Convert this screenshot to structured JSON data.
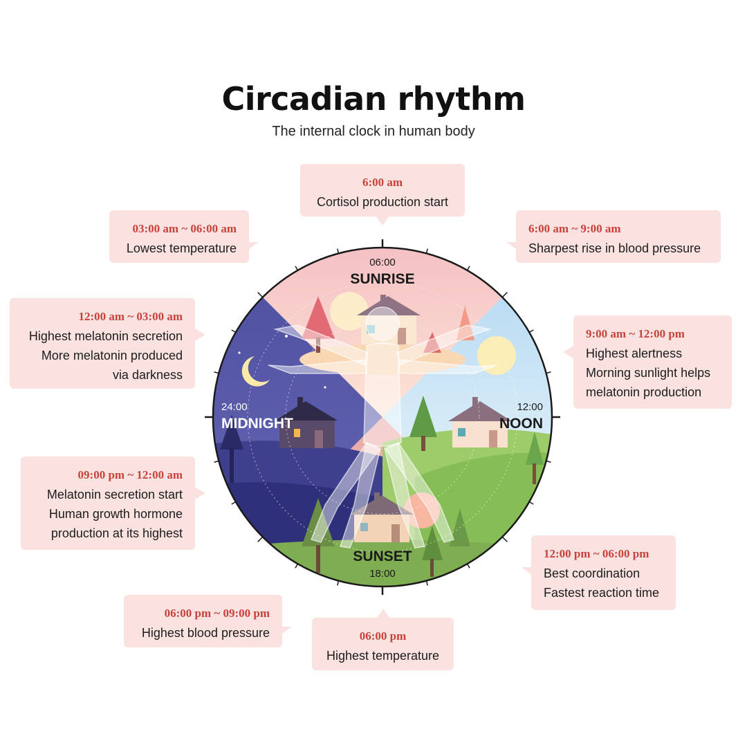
{
  "title": "Circadian rhythm",
  "subtitle": "The internal clock in human body",
  "colors": {
    "accent_red": "#c8423b",
    "callout_bg": "#f9e2e0",
    "sunrise_sky": "#f6c9cc",
    "noon_sky": "#b9daf3",
    "noon_grass": "#8cc05b",
    "midnight_sky": "#4d4f9e",
    "sunset_grass": "#6f9b45",
    "ring": "#1a1a1a"
  },
  "clock": {
    "top": {
      "time": "06:00",
      "label": "SUNRISE"
    },
    "right": {
      "time": "12:00",
      "label": "NOON"
    },
    "bottom": {
      "time": "18:00",
      "label": "SUNSET"
    },
    "left": {
      "time": "24:00",
      "label": "MIDNIGHT"
    },
    "icons": [
      "sun-icon",
      "moon-icon",
      "house-icon",
      "tree-icon",
      "human-figure-icon"
    ]
  },
  "callouts": {
    "c600am": {
      "time": "6:00 am",
      "lines": [
        "Cortisol production start"
      ]
    },
    "c300am": {
      "time": "03:00 am ~ 06:00 am",
      "lines": [
        "Lowest temperature"
      ]
    },
    "c600to900": {
      "time": "6:00 am ~ 9:00 am",
      "lines": [
        "Sharpest rise in blood pressure"
      ]
    },
    "c1200am": {
      "time": "12:00 am ~ 03:00 am",
      "lines": [
        "Highest melatonin secretion",
        "More melatonin produced",
        "via darkness"
      ]
    },
    "c900am": {
      "time": "9:00 am ~ 12:00 pm",
      "lines": [
        "Highest alertness",
        "Morning sunlight helps",
        "melatonin production"
      ]
    },
    "c900pm": {
      "time": "09:00 pm ~ 12:00 am",
      "lines": [
        "Melatonin secretion start",
        "Human growth hormone",
        "production at its highest"
      ]
    },
    "c1200pm": {
      "time": "12:00 pm ~ 06:00 pm",
      "lines": [
        "Best coordination",
        "Fastest reaction time"
      ]
    },
    "c600pm": {
      "time": "06:00 pm ~ 09:00 pm",
      "lines": [
        "Highest blood pressure"
      ]
    },
    "c600pmOnly": {
      "time": "06:00 pm",
      "lines": [
        "Highest temperature"
      ]
    }
  }
}
